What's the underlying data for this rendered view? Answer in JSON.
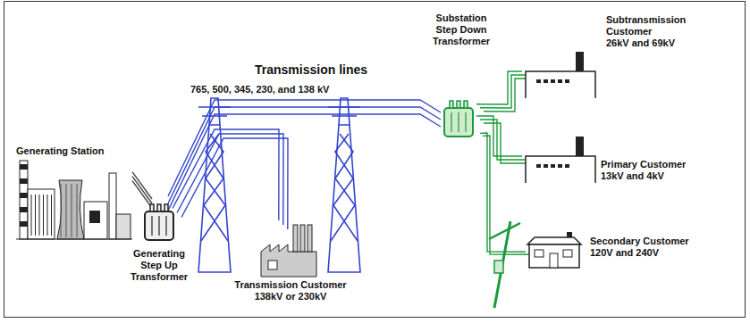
{
  "diagram": {
    "nodes": [
      {
        "text": [
          "Generating Station"
        ]
      },
      {
        "text": [
          "Generating Step Up Transformer"
        ]
      },
      {
        "text": [
          "Transmission Customer",
          "138kV or 230kV"
        ]
      },
      {
        "text": [
          "Substation Step Down Transformer"
        ]
      },
      {
        "text": [
          "Subtransmission Customer",
          "26kV and 69kV"
        ]
      },
      {
        "text": [
          "Primary Customer",
          "13kV and 4kV"
        ]
      },
      {
        "text": [
          "Secondary Customer",
          "120V and 240V"
        ]
      }
    ],
    "edges": [
      {
        "from": 0,
        "to": 1,
        "arrow": "none"
      },
      {
        "from": 1,
        "to": 3,
        "arrow": "none"
      },
      {
        "from": 1,
        "to": 2,
        "arrow": "none"
      },
      {
        "from": 3,
        "to": 4,
        "arrow": "none"
      },
      {
        "from": 3,
        "to": 5,
        "arrow": "none"
      },
      {
        "from": 3,
        "to": 6,
        "arrow": "none"
      }
    ],
    "labels": [
      "Transmission lines",
      "765, 500, 345, 230, and 138 kV"
    ]
  }
}
